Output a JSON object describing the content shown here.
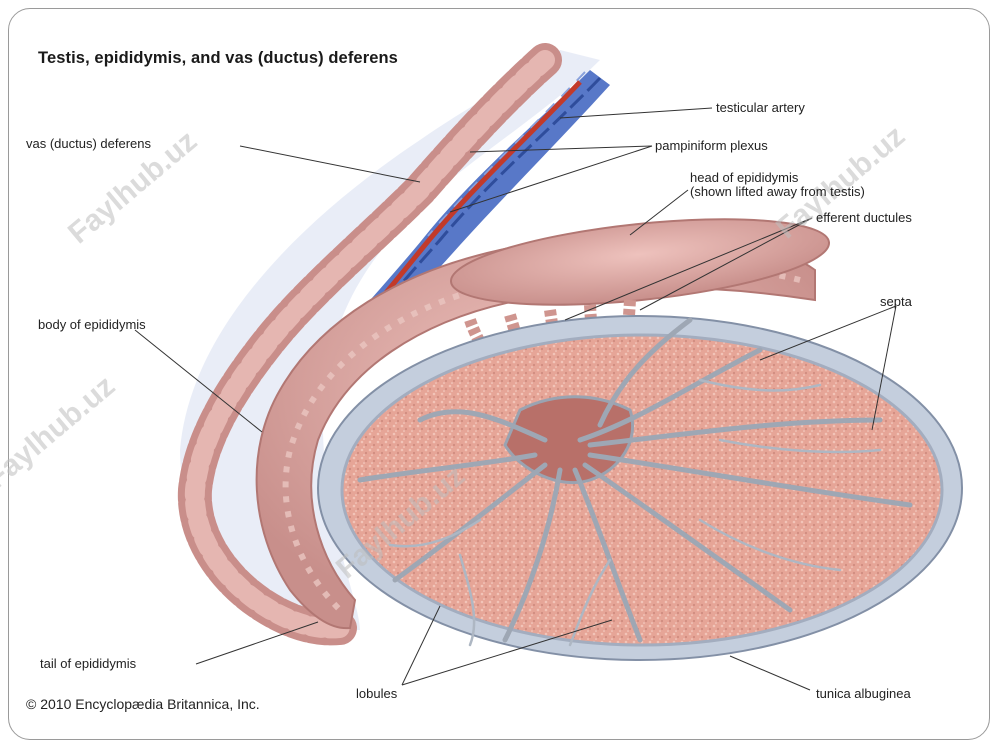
{
  "title": "Testis, epididymis, and vas (ductus) deferens",
  "labels": {
    "testicular_artery": "testicular artery",
    "vas_deferens": "vas (ductus) deferens",
    "pampiniform_plexus": "pampiniform plexus",
    "head_line1": "head of epididymis",
    "head_line2": "(shown lifted away from testis)",
    "efferent_ductules": "efferent ductules",
    "septa": "septa",
    "body_of_epididymis": "body of epididymis",
    "tail_of_epididymis": "tail of epididymis",
    "lobules": "lobules",
    "tunica_albuginea": "tunica albuginea"
  },
  "copyright": "© 2010 Encyclopædia Britannica, Inc.",
  "watermark": "Faylhub.uz",
  "colors": {
    "duct_pink": "#d9a3a0",
    "duct_dark": "#b97c7a",
    "vein_blue": "#4a6fc0",
    "artery_red": "#c23a2a",
    "testis_fill": "#e3a294",
    "tunica": "#b9c3d4",
    "septa": "#9ea7b4"
  }
}
